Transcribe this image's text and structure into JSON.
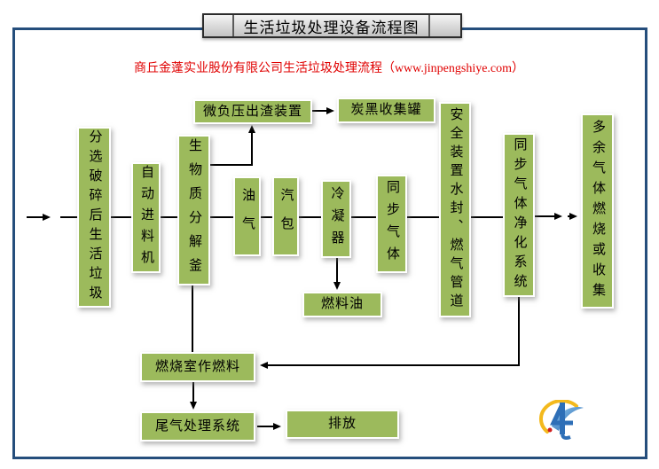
{
  "header": {
    "tab_title": "生活垃圾处理设备流程图",
    "subtitle": "商丘金蓬实业股份有限公司生活垃圾处理流程（www.jinpengshiye.com）"
  },
  "nodes": [
    {
      "id": "sorted-crushed-waste",
      "label": "分选破碎后生活垃圾"
    },
    {
      "id": "auto-feeder",
      "label": "自动进料机"
    },
    {
      "id": "biomass-kettle",
      "label": "生物质分解釜"
    },
    {
      "id": "slag-discharge-device",
      "label": "微负压出渣装置"
    },
    {
      "id": "carbon-black-tank",
      "label": "炭黑收集罐"
    },
    {
      "id": "oil-gas",
      "label": "油气"
    },
    {
      "id": "steam-drum",
      "label": "汽包"
    },
    {
      "id": "condenser",
      "label": "冷凝器"
    },
    {
      "id": "sync-gas",
      "label": "同步气体"
    },
    {
      "id": "safety-water-seal",
      "label": "安全装置水封、燃气管道"
    },
    {
      "id": "gas-purify-system",
      "label": "同步气体净化系统"
    },
    {
      "id": "surplus-gas-burn",
      "label": "多余气体燃烧或收集"
    },
    {
      "id": "fuel-oil",
      "label": "燃料油"
    },
    {
      "id": "combustion-chamber",
      "label": "燃烧室作燃料"
    },
    {
      "id": "tail-gas-system",
      "label": "尾气处理系统"
    },
    {
      "id": "discharge",
      "label": "排放"
    }
  ],
  "edges": [
    [
      "inlet",
      "sorted-crushed-waste"
    ],
    [
      "sorted-crushed-waste",
      "auto-feeder"
    ],
    [
      "auto-feeder",
      "biomass-kettle"
    ],
    [
      "biomass-kettle",
      "slag-discharge-device"
    ],
    [
      "slag-discharge-device",
      "carbon-black-tank"
    ],
    [
      "biomass-kettle",
      "oil-gas"
    ],
    [
      "oil-gas",
      "steam-drum"
    ],
    [
      "steam-drum",
      "condenser"
    ],
    [
      "condenser",
      "sync-gas"
    ],
    [
      "condenser",
      "fuel-oil"
    ],
    [
      "sync-gas",
      "safety-water-seal"
    ],
    [
      "safety-water-seal",
      "gas-purify-system"
    ],
    [
      "gas-purify-system",
      "surplus-gas-burn"
    ],
    [
      "biomass-kettle",
      "combustion-chamber"
    ],
    [
      "gas-purify-system",
      "combustion-chamber"
    ],
    [
      "combustion-chamber",
      "tail-gas-system"
    ],
    [
      "tail-gas-system",
      "discharge"
    ]
  ],
  "logo": {
    "name": "jinpeng-swoosh-logo"
  },
  "colors": {
    "node_green": "#9cba5c",
    "frame_navy": "#254e7c",
    "subtitle_red": "#e00000",
    "connector_black": "#000000",
    "tab_gray": "#d9d9d9"
  }
}
